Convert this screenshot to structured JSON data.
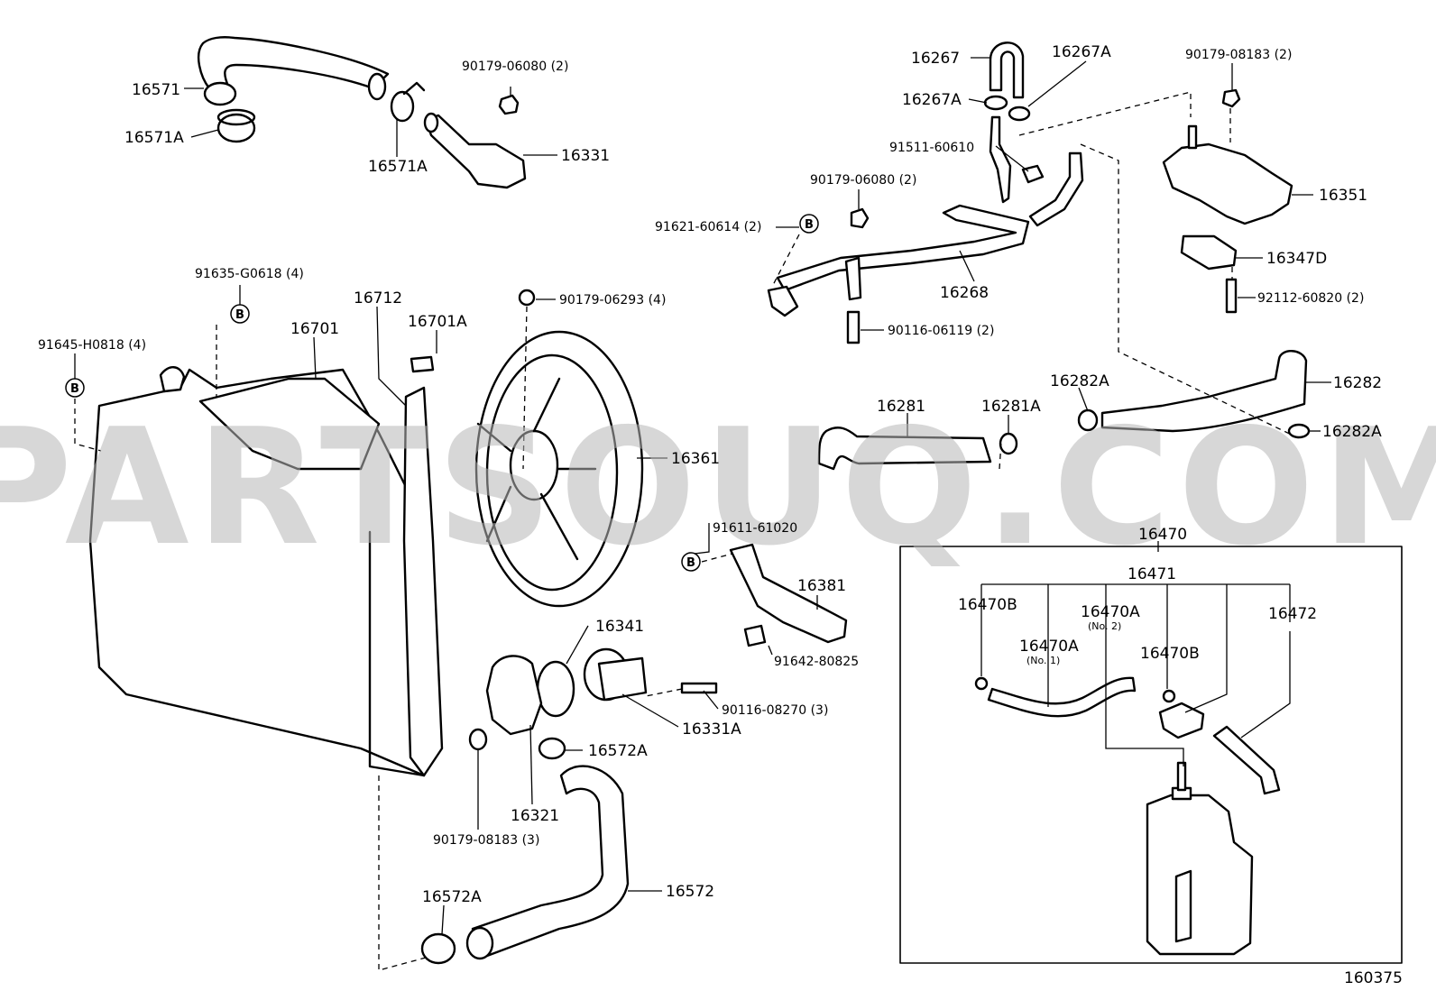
{
  "diagram_code": "160375",
  "watermark": "PARTSOUQ.COM",
  "marker": "B",
  "labels": {
    "p16571": "16571",
    "p16571A_a": "16571A",
    "p16571A_b": "16571A",
    "p90179_06080_a": "90179-06080 (2)",
    "p16331": "16331",
    "p16267": "16267",
    "p16267A_a": "16267A",
    "p16267A_b": "16267A",
    "p90179_08183_a": "90179-08183 (2)",
    "p91511_60610": "91511-60610",
    "p90179_06080_b": "90179-06080 (2)",
    "p91621_60614": "91621-60614 (2)",
    "p16351": "16351",
    "p16347D": "16347D",
    "p16268": "16268",
    "p92112_60820": "92112-60820 (2)",
    "p90116_06119": "90116-06119 (2)",
    "p91635_G0618": "91635-G0618 (4)",
    "p16712": "16712",
    "p16701A": "16701A",
    "p90179_06293": "90179-06293 (4)",
    "p91645_H0818": "91645-H0818 (4)",
    "p16701": "16701",
    "p16361": "16361",
    "p16281": "16281",
    "p16281A": "16281A",
    "p16282A_a": "16282A",
    "p16282": "16282",
    "p16282A_b": "16282A",
    "p91611_61020": "91611-61020",
    "p16381": "16381",
    "p91642_80825": "91642-80825",
    "p16341": "16341",
    "p90116_08270": "90116-08270 (3)",
    "p16331A": "16331A",
    "p16572A_a": "16572A",
    "p16321": "16321",
    "p90179_08183_b": "90179-08183 (3)",
    "p16572A_b": "16572A",
    "p16572": "16572",
    "p16470": "16470",
    "p16471": "16471",
    "p16470B_a": "16470B",
    "p16470A_no2": "16470A",
    "p16470A_no2_sub": "(No. 2)",
    "p16472": "16472",
    "p16470A_no1": "16470A",
    "p16470A_no1_sub": "(No. 1)",
    "p16470B_b": "16470B"
  }
}
